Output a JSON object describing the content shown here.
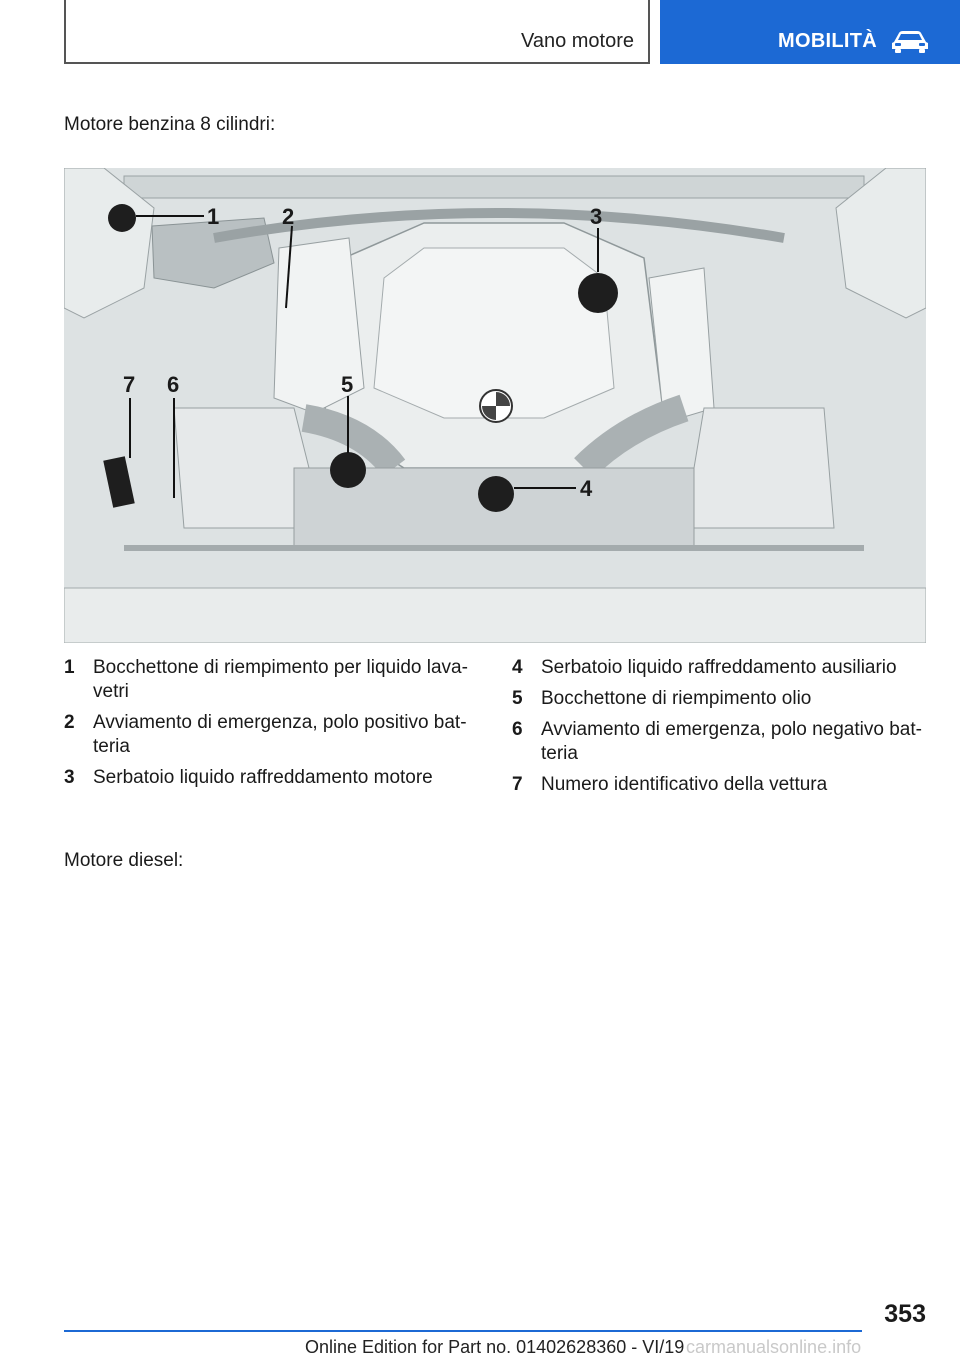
{
  "header": {
    "section": "Vano motore",
    "chapter": "MOBILITÀ",
    "chapter_icon": "car-icon",
    "accent_color": "#1c69d4"
  },
  "intro": "Motore benzina 8 cilindri:",
  "figure": {
    "callouts": [
      "1",
      "2",
      "3",
      "4",
      "5",
      "6",
      "7"
    ],
    "logo_text": "BMW"
  },
  "legend": {
    "left": [
      {
        "num": "1",
        "text": "Bocchettone di riempimento per liquido lava-vetri"
      },
      {
        "num": "2",
        "text": "Avviamento di emergenza, polo positivo bat-teria"
      },
      {
        "num": "3",
        "text": "Serbatoio liquido raffreddamento motore"
      }
    ],
    "right": [
      {
        "num": "4",
        "text": "Serbatoio liquido raffreddamento ausiliario"
      },
      {
        "num": "5",
        "text": "Bocchettone di riempimento olio"
      },
      {
        "num": "6",
        "text": "Avviamento di emergenza, polo negativo bat-teria"
      },
      {
        "num": "7",
        "text": "Numero identificativo della vettura"
      }
    ]
  },
  "diesel_heading": "Motore diesel:",
  "footer": {
    "page_number": "353",
    "edition": "Online Edition for Part no. 01402628360 - VI/19",
    "watermark": "carmanualsonline.info"
  }
}
